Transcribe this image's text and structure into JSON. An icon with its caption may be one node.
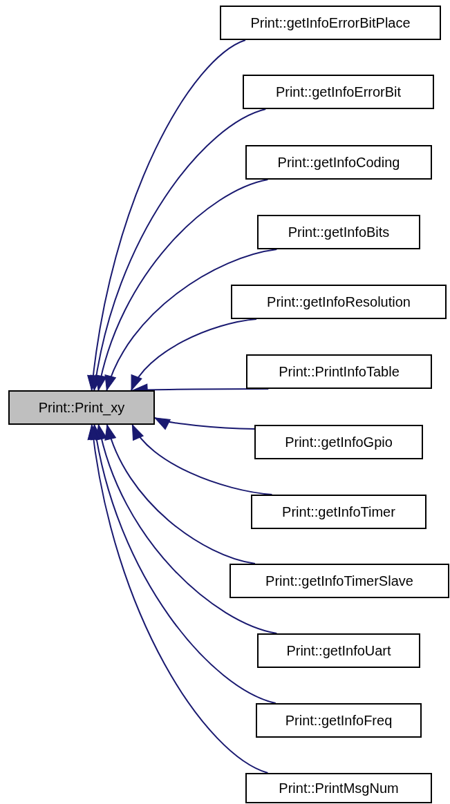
{
  "diagram": {
    "nodes": [
      {
        "text": [
          "Print::Print_xy"
        ]
      },
      {
        "text": [
          "Print::getInfoErrorBitPlace"
        ]
      },
      {
        "text": [
          "Print::getInfoErrorBit"
        ]
      },
      {
        "text": [
          "Print::getInfoCoding"
        ]
      },
      {
        "text": [
          "Print::getInfoBits"
        ]
      },
      {
        "text": [
          "Print::getInfoResolution"
        ]
      },
      {
        "text": [
          "Print::PrintInfoTable"
        ]
      },
      {
        "text": [
          "Print::getInfoGpio"
        ]
      },
      {
        "text": [
          "Print::getInfoTimer"
        ]
      },
      {
        "text": [
          "Print::getInfoTimerSlave"
        ]
      },
      {
        "text": [
          "Print::getInfoUart"
        ]
      },
      {
        "text": [
          "Print::getInfoFreq"
        ]
      },
      {
        "text": [
          "Print::PrintMsgNum"
        ]
      }
    ],
    "edges": [
      {
        "from": 1,
        "to": 0,
        "arrow": "to"
      },
      {
        "from": 2,
        "to": 0,
        "arrow": "to"
      },
      {
        "from": 3,
        "to": 0,
        "arrow": "to"
      },
      {
        "from": 4,
        "to": 0,
        "arrow": "to"
      },
      {
        "from": 5,
        "to": 0,
        "arrow": "to"
      },
      {
        "from": 6,
        "to": 0,
        "arrow": "to"
      },
      {
        "from": 7,
        "to": 0,
        "arrow": "to"
      },
      {
        "from": 8,
        "to": 0,
        "arrow": "to"
      },
      {
        "from": 9,
        "to": 0,
        "arrow": "to"
      },
      {
        "from": 10,
        "to": 0,
        "arrow": "to"
      },
      {
        "from": 11,
        "to": 0,
        "arrow": "to"
      },
      {
        "from": 12,
        "to": 0,
        "arrow": "to"
      }
    ]
  }
}
